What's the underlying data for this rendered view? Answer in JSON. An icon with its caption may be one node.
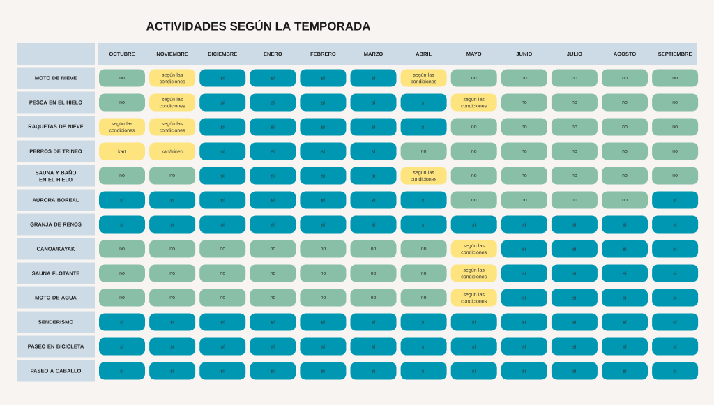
{
  "diagram": {
    "title": "ACTIVIDADES SEGÚN LA TEMPORADA",
    "nodes": [
      {
        "text": [],
        "shape": "box"
      },
      {
        "text": [
          "OCTUBRE",
          "NOVIEMBRE",
          "DICIEMBRE",
          "ENERO",
          "FEBRERO",
          "MARZO",
          "ABRIL",
          "MAYO",
          "JUNIO",
          "JULIO",
          "AGOSTO",
          "SEPTIEMBRE"
        ]
      },
      {
        "text": [
          "MOTO DE NIEVE"
        ]
      },
      {
        "text": [
          "no"
        ]
      },
      {
        "text": [
          "según las condiciones"
        ]
      },
      {
        "text": [
          "sí"
        ]
      },
      {
        "text": [
          "sí"
        ]
      },
      {
        "text": [
          "sí"
        ]
      },
      {
        "text": [
          "sí"
        ]
      },
      {
        "text": [
          "según las condiciones"
        ]
      },
      {
        "text": [
          "no"
        ]
      },
      {
        "text": [
          "no"
        ]
      },
      {
        "text": [
          "no"
        ]
      },
      {
        "text": [
          "no"
        ]
      },
      {
        "text": [
          "no"
        ]
      },
      {
        "text": [
          "PESCA EN EL HIELO"
        ]
      },
      {
        "text": [
          "no"
        ]
      },
      {
        "text": [
          "según las condiciones"
        ]
      },
      {
        "text": [
          "sí"
        ]
      },
      {
        "text": [
          "sí"
        ]
      },
      {
        "text": [
          "sí"
        ]
      },
      {
        "text": [
          "sí"
        ]
      },
      {
        "text": [
          "sí"
        ]
      },
      {
        "text": [
          "según las condiciones"
        ]
      },
      {
        "text": [
          "no"
        ]
      },
      {
        "text": [
          "no"
        ]
      },
      {
        "text": [
          "no"
        ]
      },
      {
        "text": [
          "no"
        ]
      },
      {
        "text": [
          "RAQUETAS DE NIEVE"
        ]
      },
      {
        "text": [
          "según las condiciones"
        ]
      },
      {
        "text": [
          "según las condiciones"
        ]
      },
      {
        "text": [
          "sí"
        ]
      },
      {
        "text": [
          "sí"
        ]
      },
      {
        "text": [
          "sí"
        ]
      },
      {
        "text": [
          "sí"
        ]
      },
      {
        "text": [
          "sí"
        ]
      },
      {
        "text": [
          "no"
        ]
      },
      {
        "text": [
          "no"
        ]
      },
      {
        "text": [
          "no"
        ]
      },
      {
        "text": [
          "no"
        ]
      },
      {
        "text": [
          "no"
        ]
      },
      {
        "text": [
          "PERROS DE TRINEO"
        ]
      },
      {
        "text": [
          "kart"
        ]
      },
      {
        "text": [
          "kart/trineo"
        ]
      },
      {
        "text": [
          "sí"
        ]
      },
      {
        "text": [
          "sí"
        ]
      },
      {
        "text": [
          "sí"
        ]
      },
      {
        "text": [
          "sí"
        ]
      },
      {
        "text": [
          "no"
        ]
      },
      {
        "text": [
          "no"
        ]
      },
      {
        "text": [
          "no"
        ]
      },
      {
        "text": [
          "no"
        ]
      },
      {
        "text": [
          "no"
        ]
      },
      {
        "text": [
          "no"
        ]
      },
      {
        "text": [
          "SAUNA Y BAÑO EN EL HIELO"
        ]
      },
      {
        "text": [
          "no"
        ]
      },
      {
        "text": [
          "no"
        ]
      },
      {
        "text": [
          "sí"
        ]
      },
      {
        "text": [
          "sí"
        ]
      },
      {
        "text": [
          "sí"
        ]
      },
      {
        "text": [
          "sí"
        ]
      },
      {
        "text": [
          "según las condiciones"
        ]
      },
      {
        "text": [
          "no"
        ]
      },
      {
        "text": [
          "no"
        ]
      },
      {
        "text": [
          "no"
        ]
      },
      {
        "text": [
          "no"
        ]
      },
      {
        "text": [
          "no"
        ]
      },
      {
        "text": [
          "AURORA BOREAL"
        ]
      },
      {
        "text": [
          "sí"
        ]
      },
      {
        "text": [
          "sí"
        ]
      },
      {
        "text": [
          "sí"
        ]
      },
      {
        "text": [
          "sí"
        ]
      },
      {
        "text": [
          "sí"
        ]
      },
      {
        "text": [
          "sí"
        ]
      },
      {
        "text": [
          "sí"
        ]
      },
      {
        "text": [
          "no"
        ]
      },
      {
        "text": [
          "no"
        ]
      },
      {
        "text": [
          "no"
        ]
      },
      {
        "text": [
          "no"
        ]
      },
      {
        "text": [
          "sí"
        ]
      },
      {
        "text": [
          "GRANJA DE RENOS"
        ]
      },
      {
        "text": [
          "sí"
        ]
      },
      {
        "text": [
          "sí"
        ]
      },
      {
        "text": [
          "sí"
        ]
      },
      {
        "text": [
          "sí"
        ]
      },
      {
        "text": [
          "sí"
        ]
      },
      {
        "text": [
          "sí"
        ]
      },
      {
        "text": [
          "sí"
        ]
      },
      {
        "text": [
          "sí"
        ]
      },
      {
        "text": [
          "sí"
        ]
      },
      {
        "text": [
          "sí"
        ]
      },
      {
        "text": [
          "sí"
        ]
      },
      {
        "text": [
          "sí"
        ]
      },
      {
        "text": [
          "CANOA/KAYAK"
        ]
      },
      {
        "text": [
          "no"
        ]
      },
      {
        "text": [
          "no"
        ]
      },
      {
        "text": [
          "no"
        ]
      },
      {
        "text": [
          "no"
        ]
      },
      {
        "text": [
          "no"
        ]
      },
      {
        "text": [
          "no"
        ]
      },
      {
        "text": [
          "no"
        ]
      },
      {
        "text": [
          "según las condiciones"
        ]
      },
      {
        "text": [
          "sí"
        ]
      },
      {
        "text": [
          "sí"
        ]
      },
      {
        "text": [
          "sí"
        ]
      },
      {
        "text": [
          "sí"
        ]
      },
      {
        "text": [
          "SAUNA FLOTANTE"
        ]
      },
      {
        "text": [
          "no"
        ]
      },
      {
        "text": [
          "no"
        ]
      },
      {
        "text": [
          "no"
        ]
      },
      {
        "text": [
          "no"
        ]
      },
      {
        "text": [
          "no"
        ]
      },
      {
        "text": [
          "no"
        ]
      },
      {
        "text": [
          "no"
        ]
      },
      {
        "text": [
          "según las condiciones"
        ]
      },
      {
        "text": [
          "sí"
        ]
      },
      {
        "text": [
          "sí"
        ]
      },
      {
        "text": [
          "sí"
        ]
      },
      {
        "text": [
          "sí"
        ]
      },
      {
        "text": [
          "MOTO DE AGUA"
        ]
      },
      {
        "text": [
          "no"
        ]
      },
      {
        "text": [
          "no"
        ]
      },
      {
        "text": [
          "no"
        ]
      },
      {
        "text": [
          "no"
        ]
      },
      {
        "text": [
          "no"
        ]
      },
      {
        "text": [
          "no"
        ]
      },
      {
        "text": [
          "no"
        ]
      },
      {
        "text": [
          "según las condiciones"
        ]
      },
      {
        "text": [
          "sí"
        ]
      },
      {
        "text": [
          "sí"
        ]
      },
      {
        "text": [
          "sí"
        ]
      },
      {
        "text": [
          "sí"
        ]
      },
      {
        "text": [
          "SENDERISMO"
        ]
      },
      {
        "text": [
          "sí"
        ]
      },
      {
        "text": [
          "sí"
        ]
      },
      {
        "text": [
          "sí"
        ]
      },
      {
        "text": [
          "sí"
        ]
      },
      {
        "text": [
          "sí"
        ]
      },
      {
        "text": [
          "sí"
        ]
      },
      {
        "text": [
          "sí"
        ]
      },
      {
        "text": [
          "sí"
        ]
      },
      {
        "text": [
          "sí"
        ]
      },
      {
        "text": [
          "sí"
        ]
      },
      {
        "text": [
          "sí"
        ]
      },
      {
        "text": [
          "sí"
        ]
      },
      {
        "text": [
          "PASEO EN BICICLETA"
        ]
      },
      {
        "text": [
          "sí"
        ]
      },
      {
        "text": [
          "sí"
        ]
      },
      {
        "text": [
          "sí"
        ]
      },
      {
        "text": [
          "sí"
        ]
      },
      {
        "text": [
          "sí"
        ]
      },
      {
        "text": [
          "sí"
        ]
      },
      {
        "text": [
          "sí"
        ]
      },
      {
        "text": [
          "sí"
        ]
      },
      {
        "text": [
          "sí"
        ]
      },
      {
        "text": [
          "sí"
        ]
      },
      {
        "text": [
          "sí"
        ]
      },
      {
        "text": [
          "sí"
        ]
      },
      {
        "text": [
          "PASEO A CABALLO"
        ]
      },
      {
        "text": [
          "sí"
        ]
      },
      {
        "text": [
          "sí"
        ]
      },
      {
        "text": [
          "sí"
        ]
      },
      {
        "text": [
          "sí"
        ]
      },
      {
        "text": [
          "sí"
        ]
      },
      {
        "text": [
          "sí"
        ]
      },
      {
        "text": [
          "sí"
        ]
      },
      {
        "text": [
          "sí"
        ]
      },
      {
        "text": [
          "sí"
        ]
      },
      {
        "text": [
          "sí"
        ]
      },
      {
        "text": [
          "sí"
        ]
      },
      {
        "text": [
          "sí"
        ]
      }
    ]
  }
}
